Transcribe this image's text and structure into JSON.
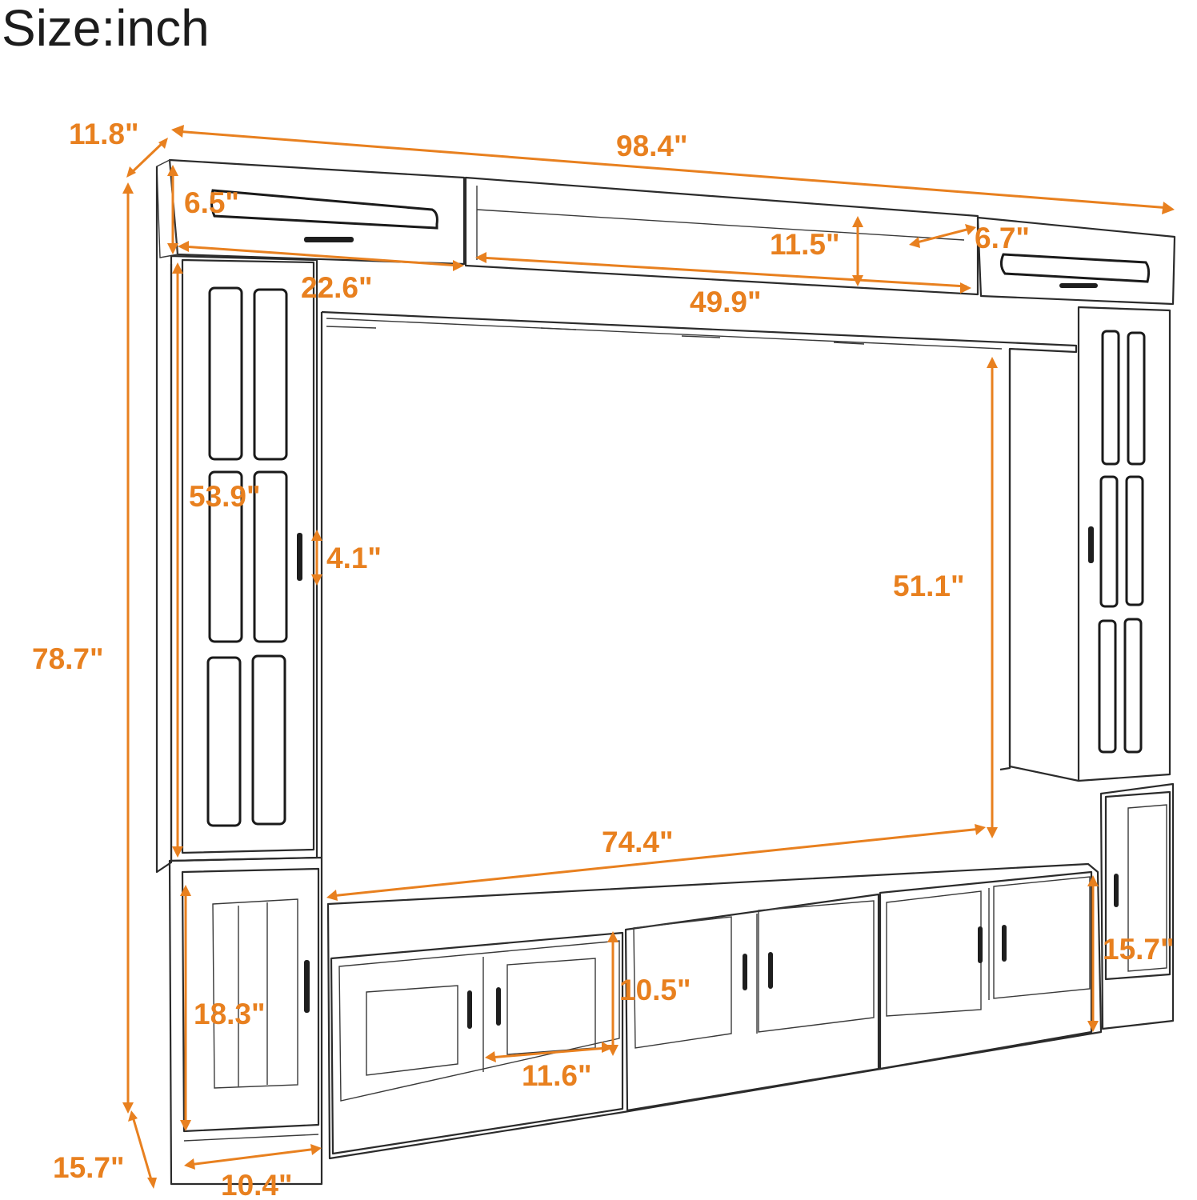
{
  "title": "Size:inch",
  "colors": {
    "dimension": "#e8801f",
    "outline": "#2b2b2b",
    "background": "#ffffff"
  },
  "dimensions": [
    {
      "id": "depth-top",
      "label": "11.8\""
    },
    {
      "id": "total-width",
      "label": "98.4\""
    },
    {
      "id": "top-cabinet-height",
      "label": "6.5\""
    },
    {
      "id": "top-cabinet-width",
      "label": "22.6\""
    },
    {
      "id": "top-shelf-height",
      "label": "11.5\""
    },
    {
      "id": "top-shelf-depth",
      "label": "6.7\""
    },
    {
      "id": "top-shelf-width",
      "label": "49.9\""
    },
    {
      "id": "tower-height",
      "label": "53.9\""
    },
    {
      "id": "handle-length",
      "label": "4.1\""
    },
    {
      "id": "total-height",
      "label": "78.7\""
    },
    {
      "id": "tv-opening-height",
      "label": "51.1\""
    },
    {
      "id": "tv-console-width",
      "label": "74.4\""
    },
    {
      "id": "base-cabinet-height",
      "label": "18.3\""
    },
    {
      "id": "console-door-height",
      "label": "10.5\""
    },
    {
      "id": "console-door-width",
      "label": "11.6\""
    },
    {
      "id": "right-base-height",
      "label": "15.7\""
    },
    {
      "id": "base-depth",
      "label": "15.7\""
    },
    {
      "id": "base-width",
      "label": "10.4\""
    }
  ]
}
